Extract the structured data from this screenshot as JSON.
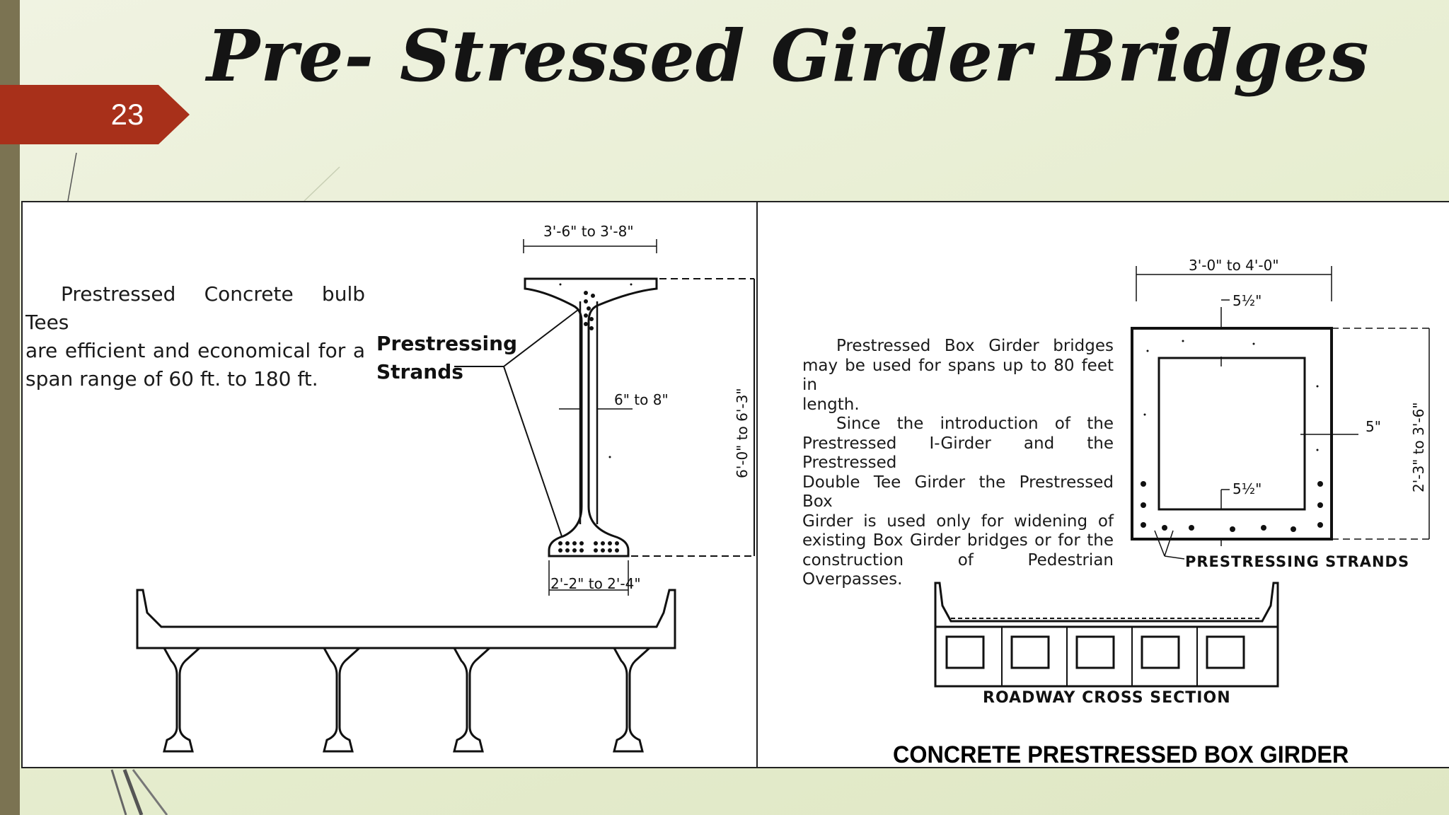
{
  "slide": {
    "number": "23",
    "title": "Pre- Stressed Girder Bridges",
    "badge_color": "#a8301a",
    "side_bar_color": "#7b7352"
  },
  "left_panel": {
    "description_lines": [
      "Prestressed Concrete bulb Tees",
      "are efficient and economical for a",
      "span range of 60 ft. to 180 ft."
    ],
    "strands_label_line1": "Prestressing",
    "strands_label_line2": "Strands",
    "dim_top_width": "3'-6\" to 3'-8\"",
    "dim_web": "6\" to 8\"",
    "dim_height": "6'-0\" to 6'-3\"",
    "dim_bottom_width": "2'-2\" to 2'-4\""
  },
  "right_panel": {
    "description_lines": [
      "Prestressed Box Girder bridges",
      "may be used for spans up to 80 feet in",
      "length.",
      "Since the introduction of the",
      "Prestressed I-Girder and the Prestressed",
      "Double Tee Girder the Prestressed Box",
      "Girder is used only for widening of",
      "existing Box Girder bridges or for the",
      "construction of Pedestrian Overpasses."
    ],
    "dim_top_width": "3'-0\" to 4'-0\"",
    "dim_top_thickness": "5½\"",
    "dim_side_thickness": "5\"",
    "dim_bottom_thickness": "5½\"",
    "dim_height": "2'-3\" to 3'-6\"",
    "strands_caption": "PRESTRESSING STRANDS",
    "roadway_caption": "ROADWAY CROSS SECTION",
    "main_caption": "CONCRETE PRESTRESSED BOX GIRDER"
  }
}
